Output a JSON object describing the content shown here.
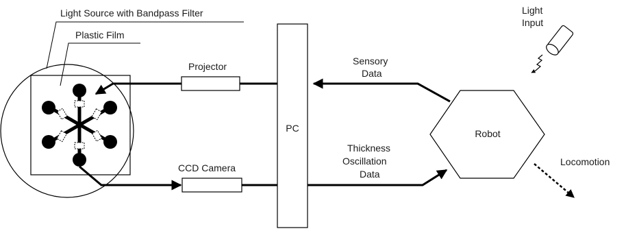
{
  "labels": {
    "light_source": "Light Source with Bandpass Filter",
    "plastic_film": "Plastic Film",
    "projector": "Projector",
    "ccd_camera": "CCD Camera",
    "pc": "PC",
    "robot": "Robot",
    "sensory_data_line1": "Sensory",
    "sensory_data_line2": "Data",
    "thickness_line1": "Thickness",
    "thickness_line2": "Oscillation",
    "thickness_line3": "Data",
    "light_input_line1": "Light",
    "light_input_line2": "Input",
    "locomotion": "Locomotion"
  }
}
